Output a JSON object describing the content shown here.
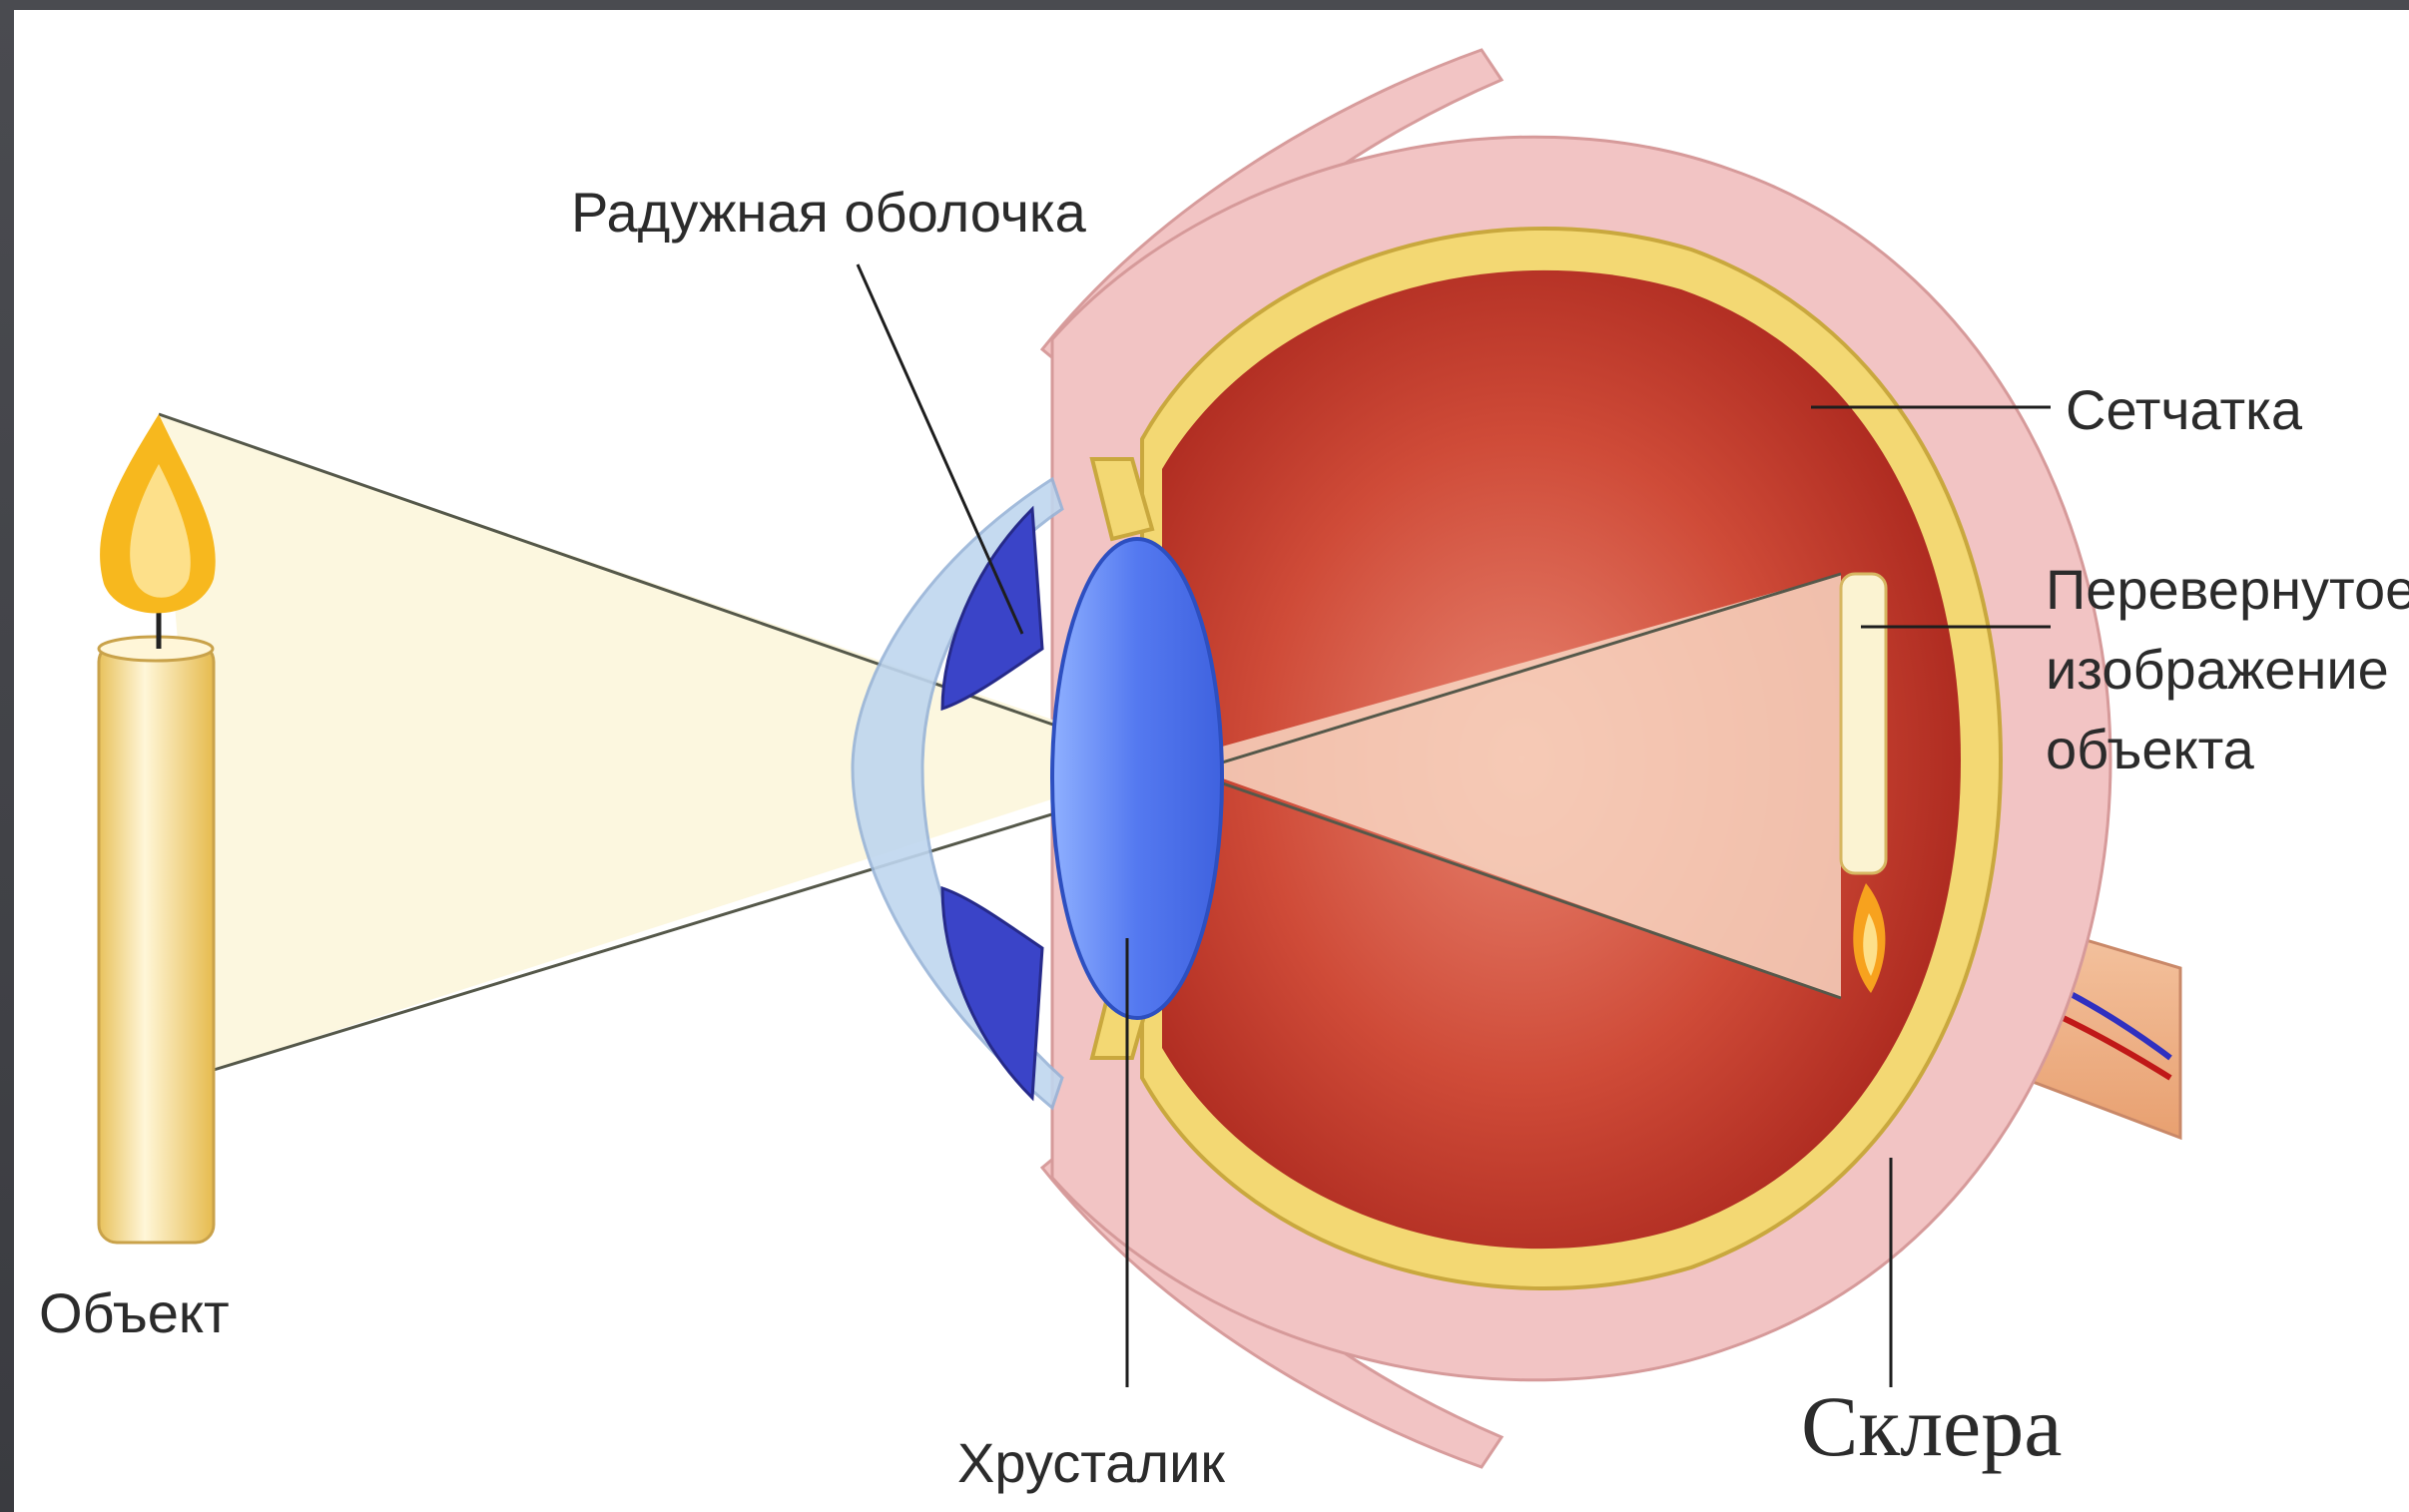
{
  "labels": {
    "iris": "Радужная оболочка",
    "retina": "Сетчатка",
    "image_line1": "Перевернутое",
    "image_line2": "изображение",
    "image_line3": "объекта",
    "object": "Объект",
    "lens": "Хрусталик",
    "sclera": "Склера"
  },
  "colors": {
    "frame": "#3a3b40",
    "background": "#ffffff",
    "sclera": "#f2c4c4",
    "choroid_rim": "#f3d873",
    "vitreous": "#c1392b",
    "lens": "#5b82f0",
    "cornea": "#bfd6ef",
    "light_cone": "#fbf6d9",
    "flame": "#f7b81e",
    "candle": "#f1d27a"
  },
  "icons": {
    "object": "candle-icon",
    "optic_nerve": "optic-nerve-icon"
  }
}
